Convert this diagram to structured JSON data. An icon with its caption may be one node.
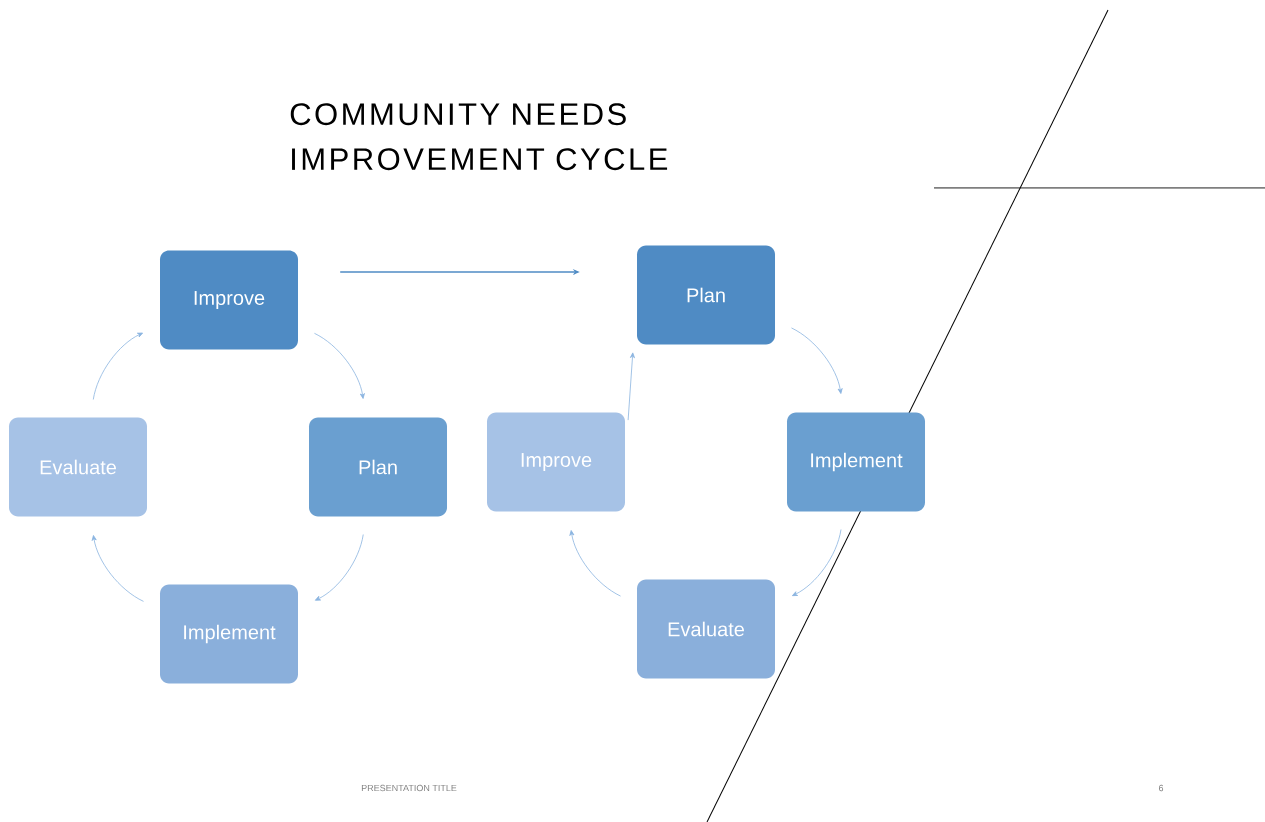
{
  "diagram": {
    "title": "COMMUNITY NEEDS IMPROVEMENT CYCLE",
    "nodes": [
      {
        "text": [
          "Improve"
        ]
      },
      {
        "text": [
          "Plan"
        ]
      },
      {
        "text": [
          "Implement"
        ]
      },
      {
        "text": [
          "Evaluate"
        ]
      },
      {
        "text": [
          "Plan"
        ]
      },
      {
        "text": [
          "Implement"
        ]
      },
      {
        "text": [
          "Evaluate"
        ]
      },
      {
        "text": [
          "Improve"
        ]
      }
    ],
    "edges": [
      {
        "from": 0,
        "to": 1,
        "arrow": "to"
      },
      {
        "from": 1,
        "to": 2,
        "arrow": "to"
      },
      {
        "from": 2,
        "to": 3,
        "arrow": "to"
      },
      {
        "from": 3,
        "to": 0,
        "arrow": "to"
      },
      {
        "from": 0,
        "to": 4,
        "arrow": "to",
        "color": "#4f8bc4"
      },
      {
        "from": 4,
        "to": 5,
        "arrow": "to"
      },
      {
        "from": 5,
        "to": 6,
        "arrow": "to"
      },
      {
        "from": 6,
        "to": 7,
        "arrow": "to"
      },
      {
        "from": 7,
        "to": 4,
        "arrow": "to"
      }
    ],
    "labels": [
      "PRESENTATION TITLE",
      "6"
    ]
  }
}
